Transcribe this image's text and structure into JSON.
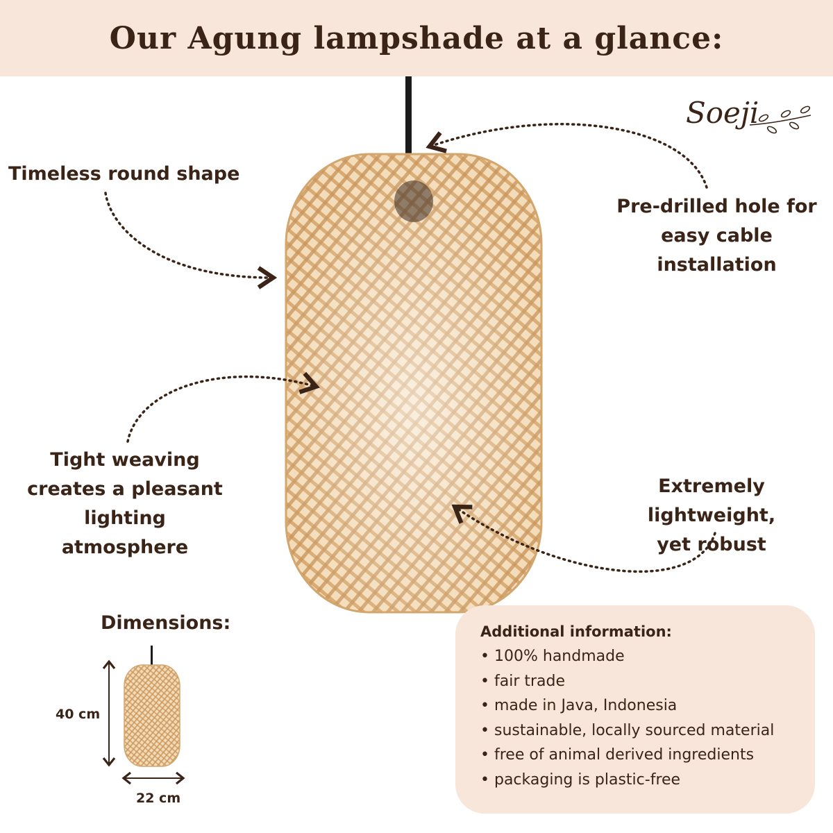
{
  "header": {
    "title": "Our Agung lampshade at a glance:"
  },
  "brand": {
    "logo_text": "Soeji"
  },
  "callouts": {
    "shape": [
      "Timeless round shape"
    ],
    "hole": [
      "Pre-drilled hole for",
      "easy cable",
      "installation"
    ],
    "weaving": [
      "Tight weaving",
      "creates a pleasant",
      "lighting atmosphere"
    ],
    "weight": [
      "Extremely lightweight,",
      "yet robust"
    ]
  },
  "dimensions": {
    "title": "Dimensions:",
    "height": "40 cm",
    "width": "22 cm"
  },
  "additional": {
    "title": "Additional information:",
    "items": [
      "100% handmade",
      "fair trade",
      "made in Java, Indonesia",
      "sustainable, locally sourced material",
      "free of animal derived ingredients",
      "packaging is plastic-free"
    ]
  },
  "colors": {
    "accent_background": "#f7e6d9",
    "text": "#3a2418",
    "bamboo": "#e6c293"
  },
  "icons": [
    "dotted-arrow-icon",
    "double-arrow-icon",
    "leaf-branch-icon"
  ]
}
